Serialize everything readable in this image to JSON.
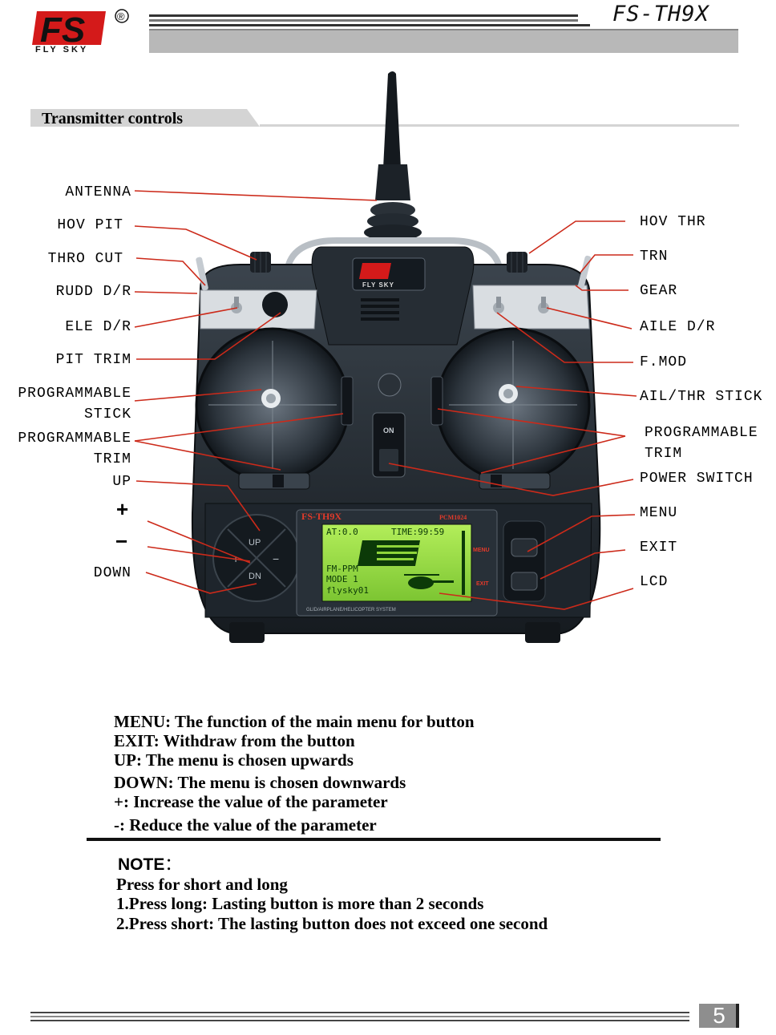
{
  "header": {
    "brand_letters": "FS",
    "brand_name": "FLY SKY",
    "registered_mark": "®",
    "model": "FS-TH9X"
  },
  "section": {
    "title": "Transmitter  controls"
  },
  "device": {
    "logo_text": "FLY SKY",
    "lcd_title": "FS-TH9X",
    "lcd_badge": "PCM1024",
    "lcd_line1": "AT:0.0",
    "lcd_time": "TIME:99:59",
    "lcd_line2": "FM-PPM",
    "lcd_line3": "MODE 1",
    "lcd_line4": "flysky01",
    "lcd_menu_label": "MENU",
    "lcd_exit_label": "EXIT",
    "lcd_footer": "GLID/AIRPLANE/HELICOPTER SYSTEM",
    "power_on": "ON",
    "pad_up": "UP",
    "pad_dn": "DN",
    "pad_plus": "+",
    "pad_minus": "−"
  },
  "callouts_left": [
    "ANTENNA",
    "HOV PIT",
    "THRO CUT",
    "RUDD D/R",
    "ELE  D/R",
    "PIT TRIM",
    "PROGRAMMABLE",
    "STICK",
    "PROGRAMMABLE",
    "TRIM",
    "UP",
    "+",
    "−",
    "DOWN"
  ],
  "callouts_right": [
    "HOV THR",
    "TRN",
    "GEAR",
    "AILE  D/R",
    "F.MOD",
    "AIL/THR STICK",
    "PROGRAMMABLE",
    "TRIM",
    "POWER  SWITCH",
    "MENU",
    "EXIT",
    "LCD"
  ],
  "descriptions": [
    "MENU: The function of the main menu for button",
    "EXIT: Withdraw from the button",
    "UP: The menu is chosen upwards",
    "DOWN: The menu is chosen downwards",
    "+: Increase the value of the parameter",
    "-: Reduce the value of the parameter"
  ],
  "note": {
    "heading": "NOTE",
    "colon": "：",
    "lines": [
      "Press for short and long",
      "1.Press long: Lasting button is more than 2 seconds",
      "2.Press short: The lasting button does not exceed one second"
    ]
  },
  "footer": {
    "page": "5"
  },
  "colors": {
    "brand_red": "#d41a1a",
    "leader_red": "#cc2a1a",
    "body_dark": "#1f2730",
    "lcd_green": "#8fd43a",
    "lcd_text": "#0c3a08"
  }
}
